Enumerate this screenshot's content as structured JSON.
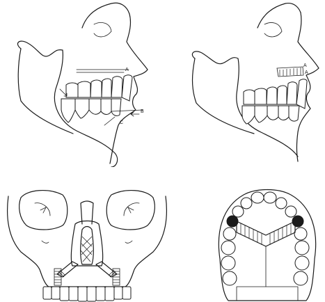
{
  "panels": {
    "profile_preop": {
      "labels": {
        "a": "A",
        "b": "B",
        "c": "C"
      }
    },
    "profile_postop": {
      "labels": {
        "a1": "A",
        "a2": "A"
      }
    },
    "frontal_skull": {},
    "palatal_view": {}
  },
  "colors": {
    "ink": "#1a1a1a",
    "background": "#ffffff"
  }
}
